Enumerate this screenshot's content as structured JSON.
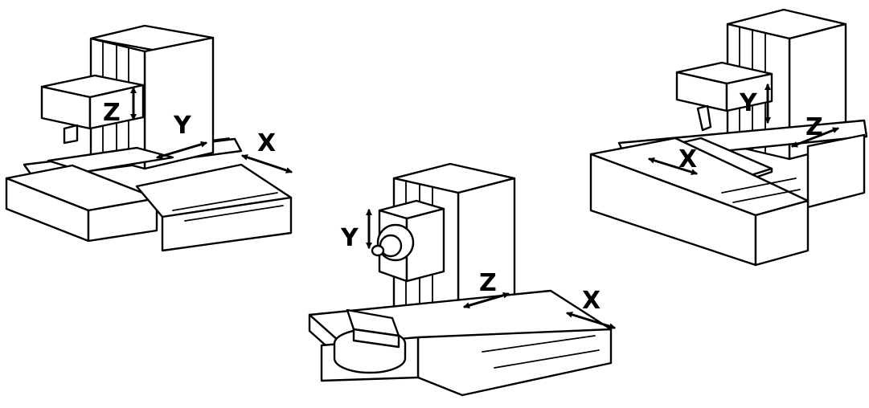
{
  "machines": [
    {
      "id": "vertical-mill",
      "axes": {
        "z": "Z",
        "y": "Y",
        "x": "X"
      }
    },
    {
      "id": "horizontal-boring-mill",
      "axes": {
        "y": "Y",
        "z": "Z",
        "x": "X"
      }
    },
    {
      "id": "gantry-mill",
      "axes": {
        "y": "Y",
        "z": "Z",
        "x": "X"
      }
    }
  ]
}
